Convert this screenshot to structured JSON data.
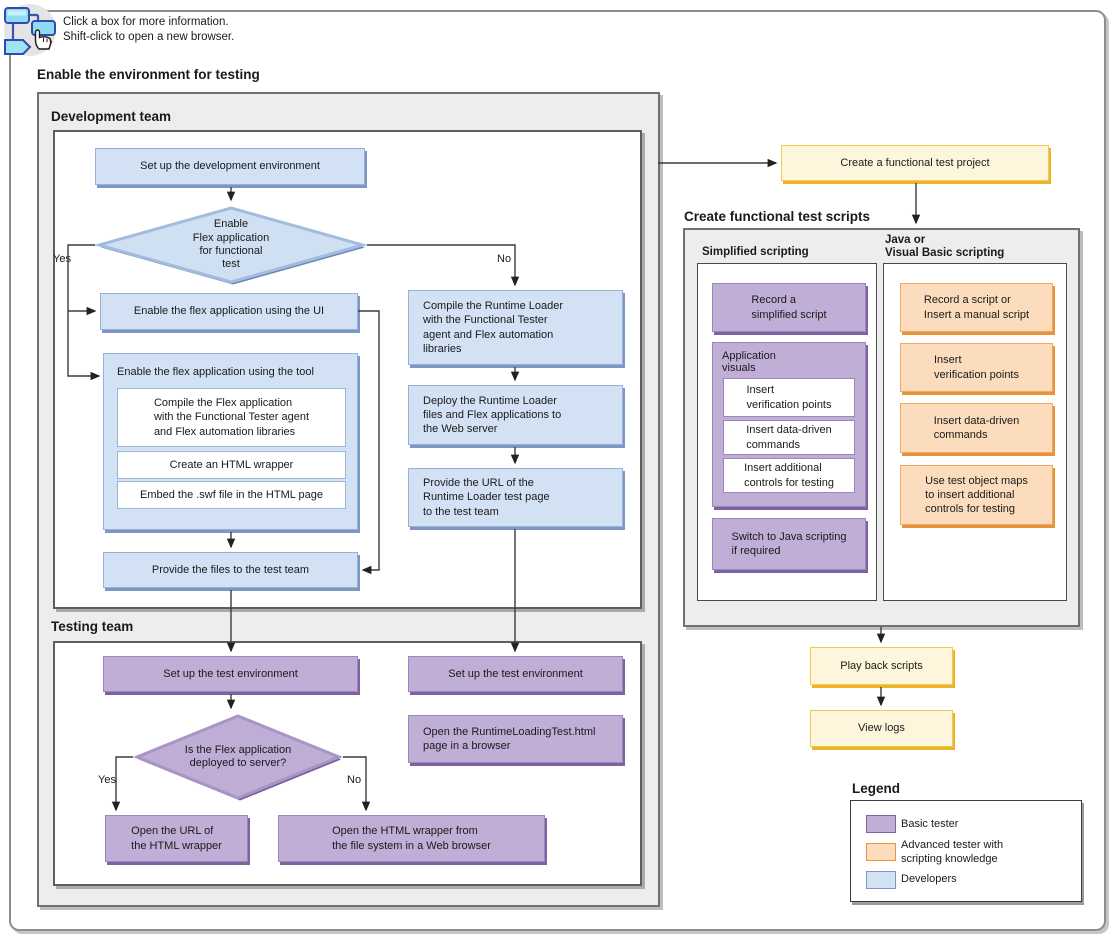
{
  "header": {
    "instruction_line1": "Click a box for more information.",
    "instruction_line2": "Shift-click to open a new browser."
  },
  "sections": {
    "enable_environment_title": "Enable the environment for testing",
    "development_team_title": "Development team",
    "testing_team_title": "Testing team",
    "create_scripts_title": "Create functional test scripts",
    "simplified_scripting_title": "Simplified scripting",
    "java_vb_title_line1": "Java or",
    "java_vb_title_line2": "Visual Basic scripting"
  },
  "development": {
    "setup_dev": "Set up the development environment",
    "decision_enable": "Enable\nFlex application\nfor functional\ntest",
    "yes_label": "Yes",
    "no_label": "No",
    "enable_ui": "Enable the flex application using the UI",
    "enable_tool_title": "Enable the flex application using the tool",
    "tool_steps": [
      "Compile the Flex application\nwith the Functional Tester agent\nand Flex automation libraries",
      "Create an HTML wrapper",
      "Embed the .swf file in the HTML page"
    ],
    "provide_files": "Provide the files to the test team",
    "compile_runtime": "Compile the Runtime Loader\nwith the Functional Tester\nagent and Flex automation\nlibraries",
    "deploy_runtime": "Deploy the Runtime Loader\nfiles and Flex applications to\nthe Web server",
    "provide_url": "Provide the URL of the\nRuntime Loader test page\nto the test team"
  },
  "testing": {
    "setup_test_left": "Set up the test environment",
    "decision_deployed": "Is the Flex application\ndeployed to server?",
    "yes_label": "Yes",
    "no_label": "No",
    "open_url": "Open the URL of\nthe HTML wrapper",
    "open_html_wrapper": "Open the HTML wrapper from\nthe file system in a Web browser",
    "setup_test_right": "Set up the test environment",
    "open_runtime_page": "Open the RuntimeLoadingTest.html\npage in a browser"
  },
  "functional": {
    "create_project": "Create a functional test project",
    "record_simplified": "Record a\nsimplified script",
    "application_visuals_title": "Application\nvisuals",
    "visual_steps": [
      "Insert\nverification points",
      "Insert data-driven\ncommands",
      "Insert additional\ncontrols for testing"
    ],
    "switch_java": "Switch to Java scripting\nif required",
    "record_script": "Record a script or\nInsert a manual script",
    "insert_verification": "Insert\nverification points",
    "insert_data_driven": "Insert data-driven\ncommands",
    "use_object_maps": "Use test object maps\nto insert additional\ncontrols for testing",
    "play_back": "Play back scripts",
    "view_logs": "View logs"
  },
  "legend": {
    "title": "Legend",
    "items": [
      {
        "label": "Basic tester",
        "color": "#c0aed6"
      },
      {
        "label": "Advanced tester with\nscripting knowledge",
        "color": "#fbdcbd"
      },
      {
        "label": "Developers",
        "color": "#d2e1f3"
      }
    ]
  },
  "colors": {
    "developer_box": "#d2e1f3",
    "basic_tester_box": "#c0aed6",
    "advanced_tester_box": "#fbdcbd",
    "milestone_box": "#fdf6dc"
  }
}
